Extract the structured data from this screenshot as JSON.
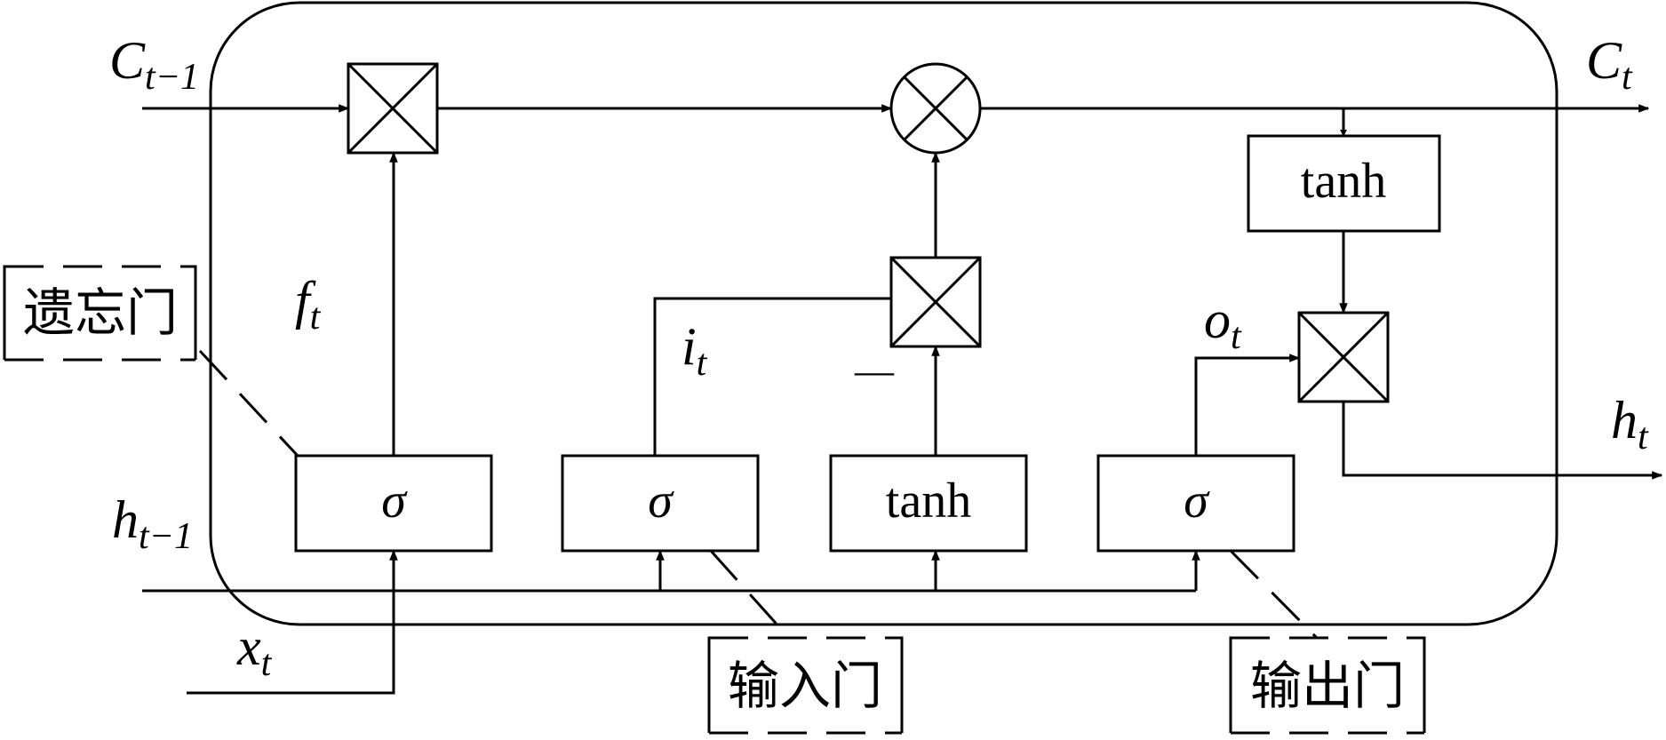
{
  "labels": {
    "c_prev": "C",
    "c_prev_sub": "t−1",
    "c_next": "C",
    "c_next_sub": "t",
    "h_prev": "h",
    "h_prev_sub": "t−1",
    "h_next": "h",
    "h_next_sub": "t",
    "x_in": "x",
    "x_in_sub": "t",
    "f_gate": "f",
    "f_gate_sub": "t",
    "i_gate": "i",
    "i_gate_sub": "t",
    "o_gate": "o",
    "o_gate_sub": "t",
    "minus_mark": "—"
  },
  "blocks": {
    "sigma_forget": "σ",
    "sigma_input": "σ",
    "tanh_candidate": "tanh",
    "sigma_output": "σ",
    "tanh_cell": "tanh"
  },
  "annotations": {
    "forget_gate": "遗忘门",
    "input_gate": "输入门",
    "output_gate": "输出门"
  }
}
